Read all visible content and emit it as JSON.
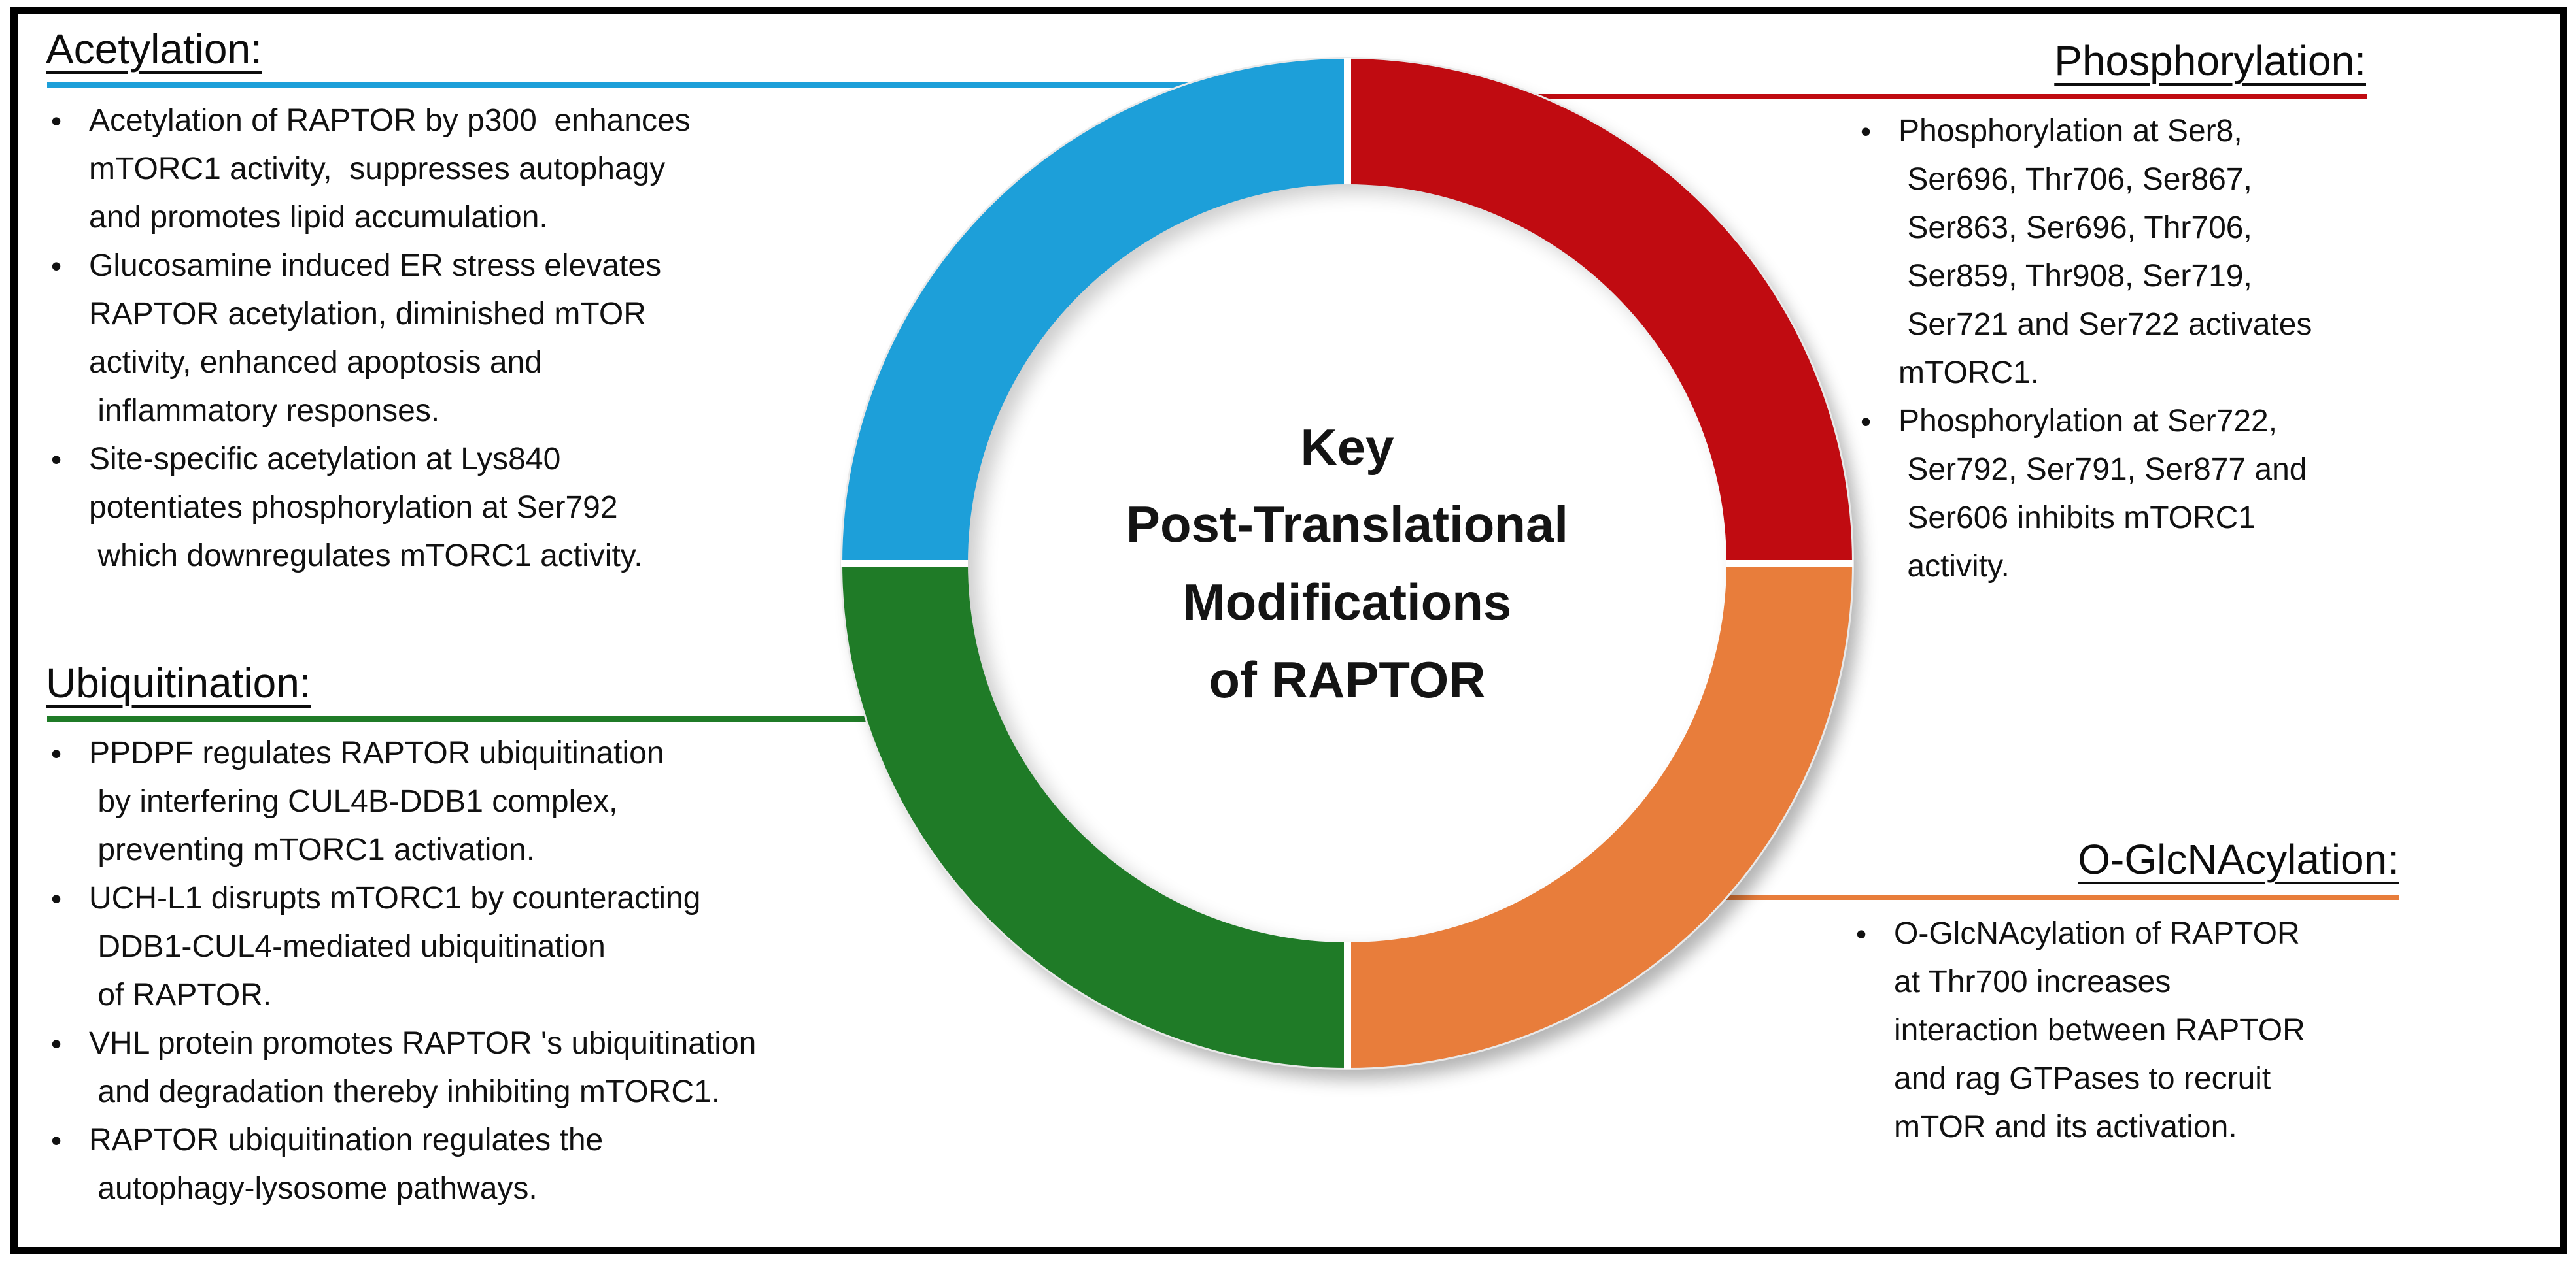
{
  "figure_title": "Key\nPost-Translational\nModifications\nof RAPTOR",
  "bullet_char": "•",
  "colors": {
    "acetylation": "#1D9FD9",
    "phosphorylation": "#C00B11",
    "ubiquitination": "#1F7B27",
    "o_glcnacylation": "#E87D3B"
  },
  "sections": {
    "acetylation": {
      "heading": "Acetylation:",
      "bullets": [
        "Acetylation of RAPTOR by p300  enhances\nmTORC1 activity,  suppresses autophagy\nand promotes lipid accumulation.",
        "Glucosamine induced ER stress elevates\nRAPTOR acetylation, diminished mTOR\nactivity, enhanced apoptosis and\n inflammatory responses.",
        "Site-specific acetylation at Lys840\npotentiates phosphorylation at Ser792\n which downregulates mTORC1 activity."
      ]
    },
    "phosphorylation": {
      "heading": "Phosphorylation:",
      "bullets": [
        "Phosphorylation at Ser8,\n Ser696, Thr706, Ser867,\n Ser863, Ser696, Thr706,\n Ser859, Thr908, Ser719,\n Ser721 and Ser722 activates\nmTORC1.",
        "Phosphorylation at Ser722,\n Ser792, Ser791, Ser877 and\n Ser606 inhibits mTORC1\n activity."
      ]
    },
    "ubiquitination": {
      "heading": "Ubiquitination:",
      "bullets": [
        "PPDPF regulates RAPTOR ubiquitination\n by interfering CUL4B-DDB1 complex,\n preventing mTORC1 activation.",
        "UCH-L1 disrupts mTORC1 by counteracting\n DDB1-CUL4-mediated ubiquitination\n of RAPTOR.",
        "VHL protein promotes RAPTOR 's ubiquitination\n and degradation thereby inhibiting mTORC1.",
        "RAPTOR ubiquitination regulates the\n autophagy-lysosome pathways."
      ]
    },
    "o_glcnacylation": {
      "heading": "O-GlcNAcylation:",
      "bullets": [
        "O-GlcNAcylation of RAPTOR\nat Thr700 increases\ninteraction between RAPTOR\nand rag GTPases to recruit\nmTOR and its activation."
      ]
    }
  },
  "donut": {
    "type": "donut",
    "center_label": "Key Post-Translational Modifications of RAPTOR",
    "segments": [
      {
        "label": "Phosphorylation",
        "position": "top-right",
        "color": "#C00B11",
        "fraction": 0.25
      },
      {
        "label": "O-GlcNAcylation",
        "position": "bottom-right",
        "color": "#E87D3B",
        "fraction": 0.25
      },
      {
        "label": "Ubiquitination",
        "position": "bottom-left",
        "color": "#1F7B27",
        "fraction": 0.25
      },
      {
        "label": "Acetylation",
        "position": "top-left",
        "color": "#1D9FD9",
        "fraction": 0.25
      }
    ]
  }
}
